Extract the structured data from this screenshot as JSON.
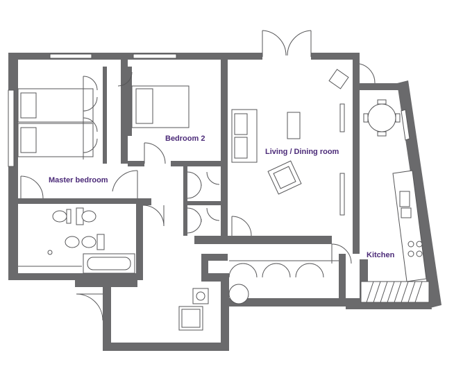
{
  "rooms": {
    "master_bedroom": "Master bedroom",
    "bedroom_2": "Bedroom 2",
    "living_dining": "Living / Dining room",
    "kitchen": "Kitchen"
  },
  "colors": {
    "wall": "#6a6a6c",
    "label": "#4b2a78",
    "line": "#555557"
  }
}
